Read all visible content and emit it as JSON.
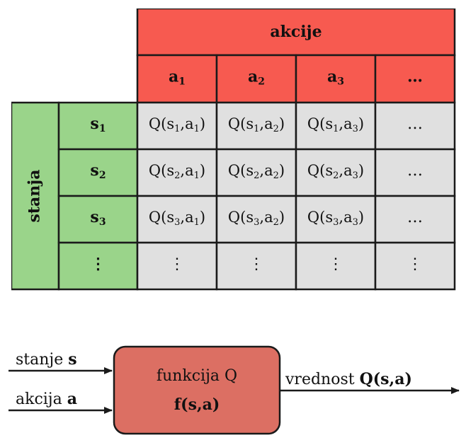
{
  "table": {
    "actions_header": "akcije",
    "states_header": "stanja",
    "actions": [
      {
        "base": "a",
        "sub": "1"
      },
      {
        "base": "a",
        "sub": "2"
      },
      {
        "base": "a",
        "sub": "3"
      },
      {
        "base": "…",
        "sub": ""
      }
    ],
    "states": [
      {
        "base": "s",
        "sub": "1"
      },
      {
        "base": "s",
        "sub": "2"
      },
      {
        "base": "s",
        "sub": "3"
      },
      {
        "base": "⋮",
        "sub": ""
      }
    ],
    "cell_prefix": "Q(s",
    "cell_mid": ",a",
    "cell_suffix": ")",
    "ellipsis": "…",
    "vertical_ellipsis": "⋮",
    "colors": {
      "action_header": "#f75a50",
      "state_header": "#9ad48a",
      "cell": "#e0e0e0",
      "border": "#1a1a1a"
    }
  },
  "diagram": {
    "input_1_text": "stanje ",
    "input_1_bold": "s",
    "input_2_text": "akcija ",
    "input_2_bold": "a",
    "box_line_1": "funkcija Q",
    "box_line_2": "f(s,a)",
    "output_text": "vrednost ",
    "output_bold": "Q(s,a)",
    "colors": {
      "box_fill": "#dc6f63",
      "box_border": "#1a1a1a",
      "arrow": "#1a1a1a"
    }
  }
}
